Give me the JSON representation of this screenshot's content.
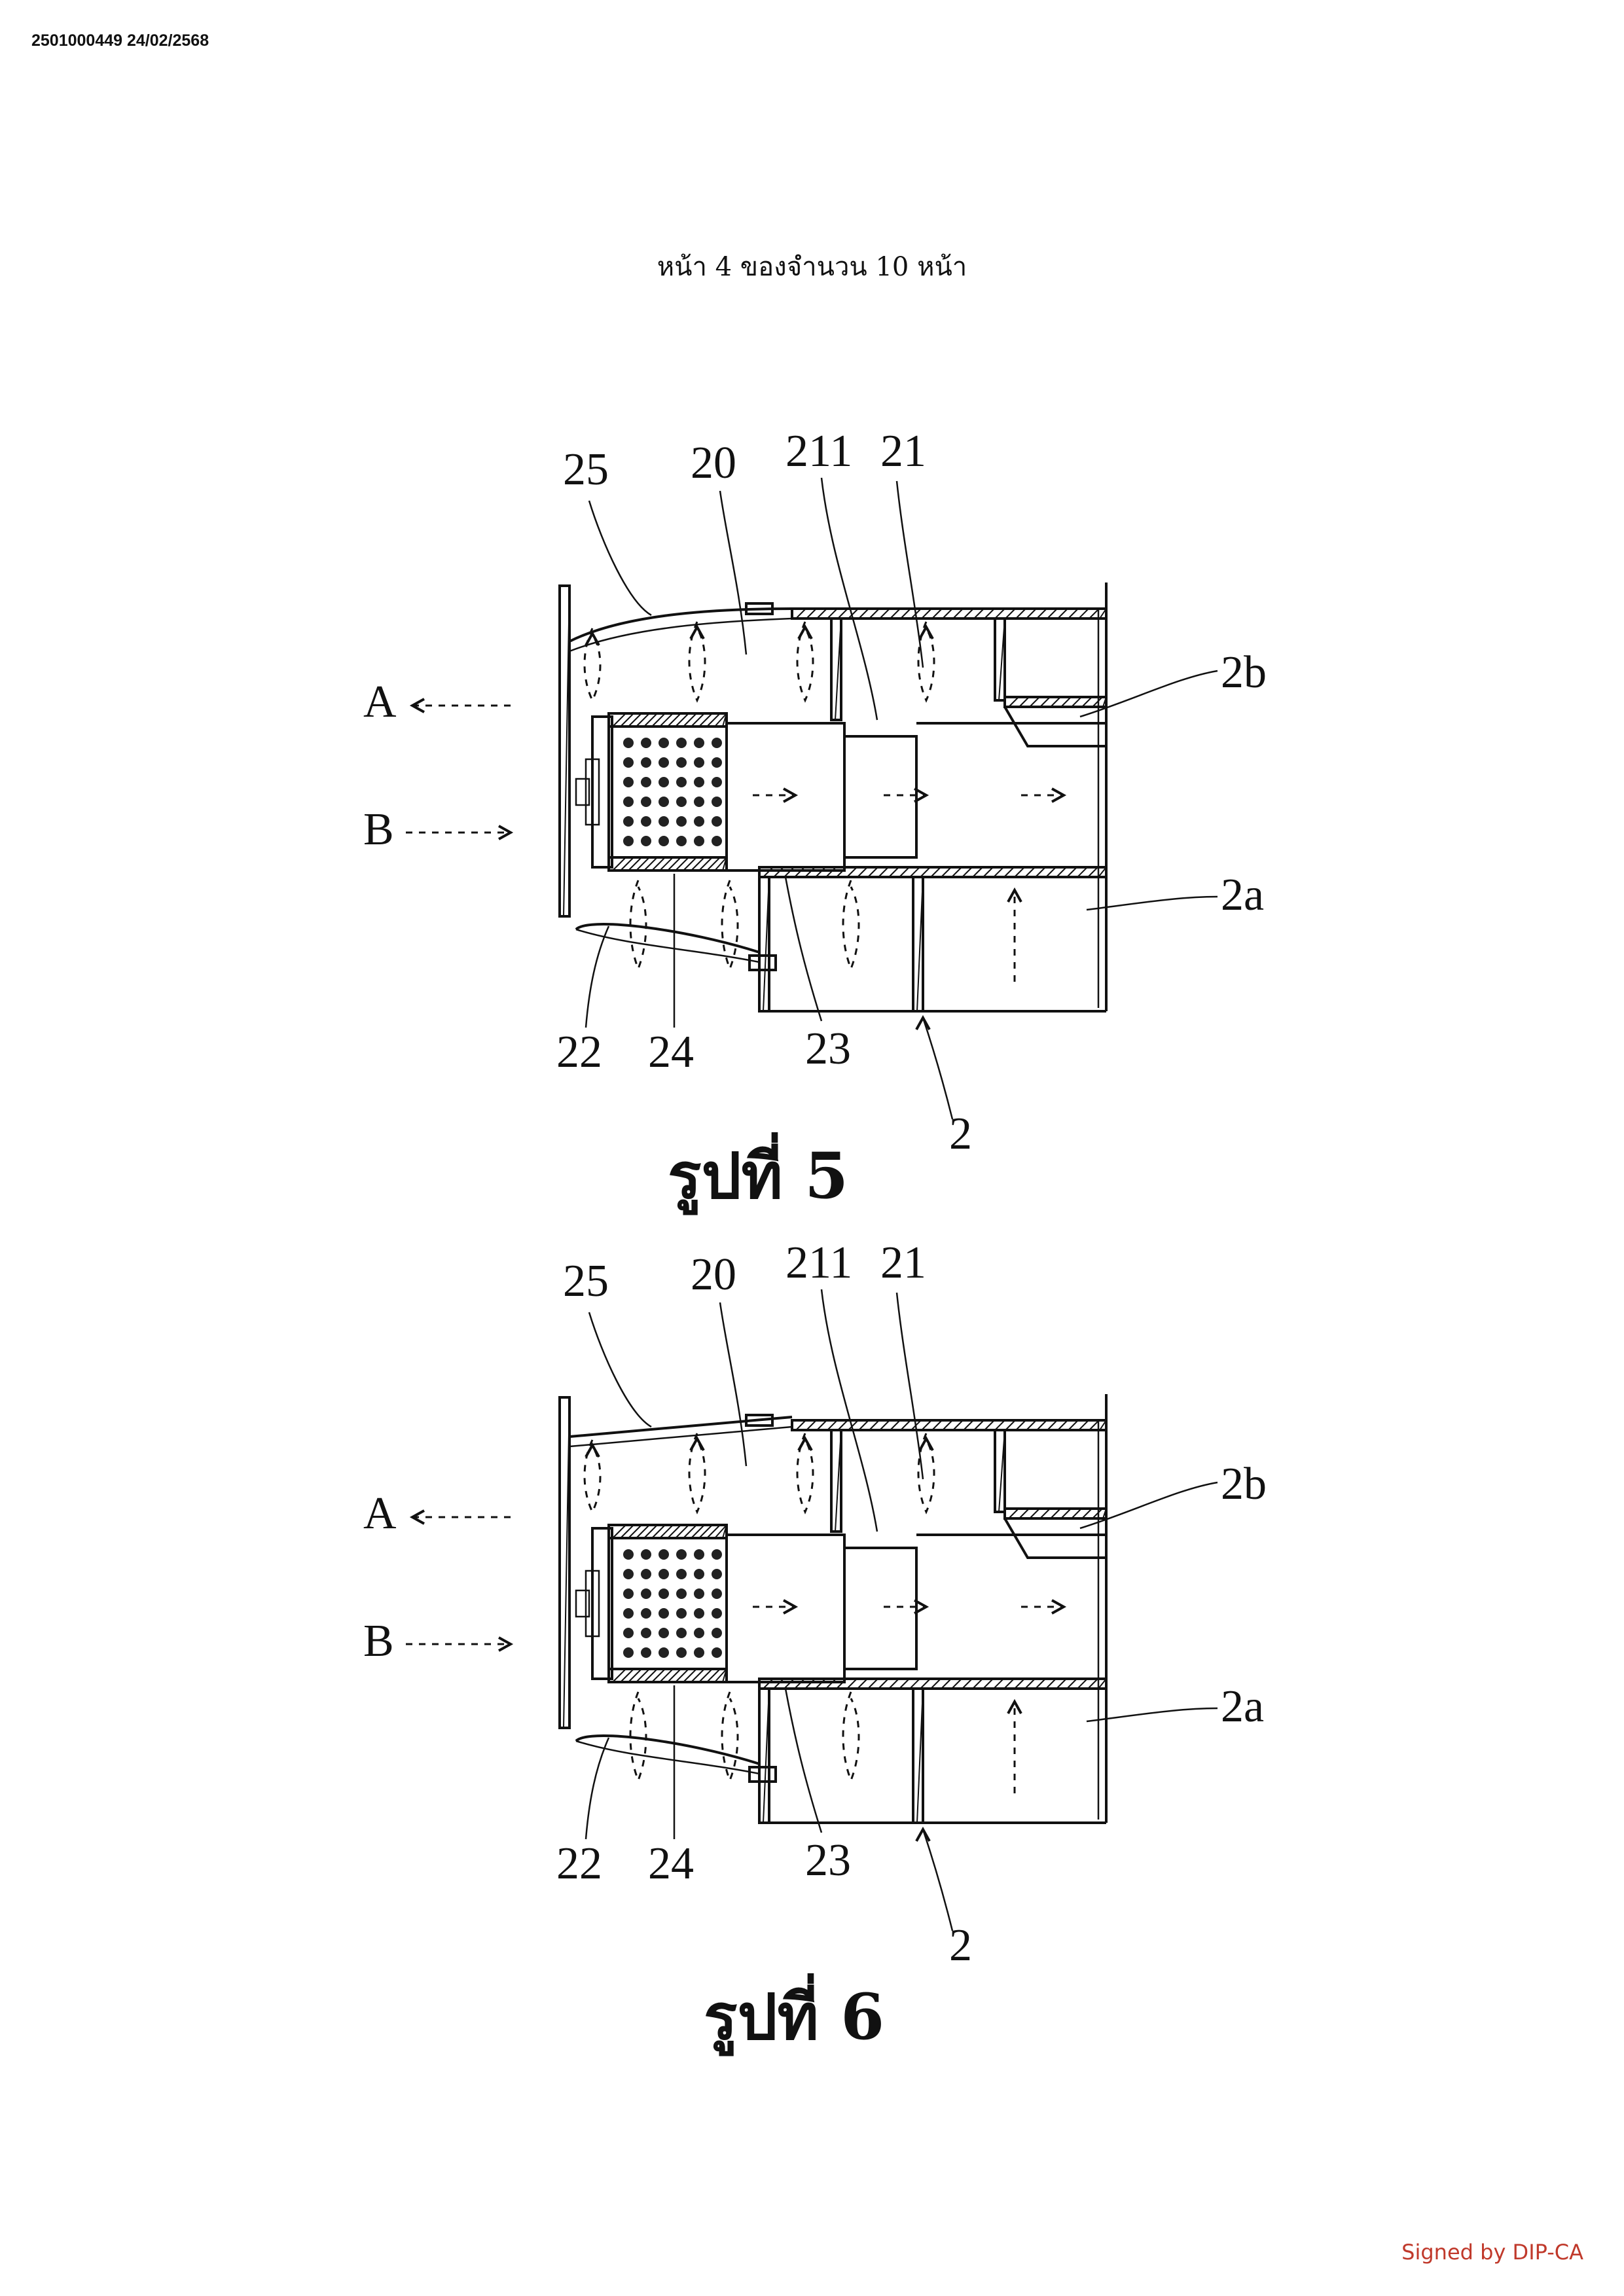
{
  "stamp": "2501000449 24/02/2568",
  "header": "หน้า 4 ของจำนวน 10 หน้า",
  "signature": "Signed by DIP-CA",
  "figures": [
    {
      "caption": "รูปที่ 5",
      "labels": {
        "l25": "25",
        "l20": "20",
        "l211": "211",
        "l21": "21",
        "l2b": "2b",
        "l2a": "2a",
        "lA": "A",
        "lB": "B",
        "l22": "22",
        "l24": "24",
        "l23": "23",
        "l2": "2"
      }
    },
    {
      "caption": "รูปที่ 6",
      "labels": {
        "l25": "25",
        "l20": "20",
        "l211": "211",
        "l21": "21",
        "l2b": "2b",
        "l2a": "2a",
        "lA": "A",
        "lB": "B",
        "l22": "22",
        "l24": "24",
        "l23": "23",
        "l2": "2"
      }
    }
  ]
}
